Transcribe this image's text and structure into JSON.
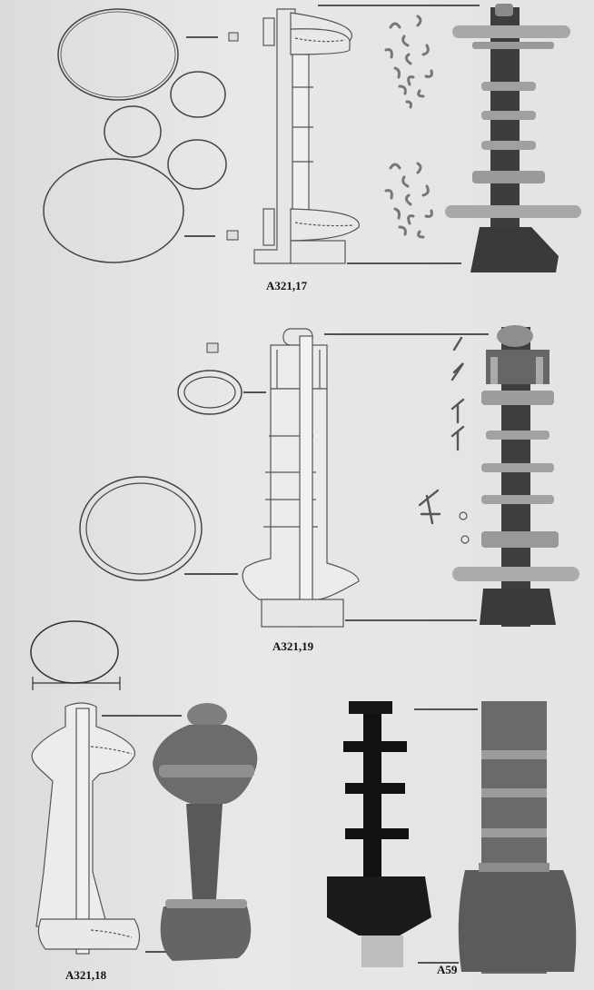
{
  "figure": {
    "captions": {
      "top": "A321,17",
      "middle": "A321,19",
      "bottom_left": "A321,18",
      "bottom_right": "A59"
    }
  }
}
